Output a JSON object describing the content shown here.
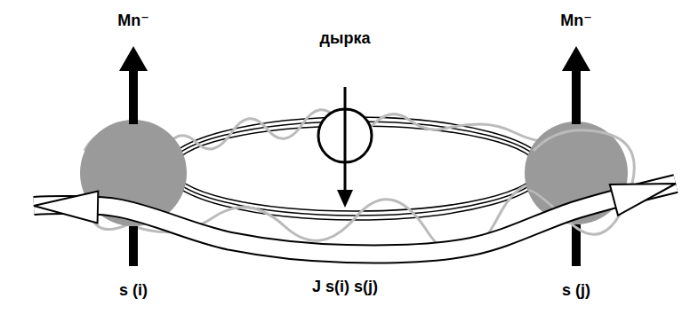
{
  "diagram": {
    "nodes": [
      {
        "text": [
          "Mn⁻",
          "s (i)"
        ]
      },
      {
        "text": [
          "дырка"
        ]
      },
      {
        "text": [
          "Mn⁻",
          "s (j)"
        ]
      }
    ],
    "edges": [
      {
        "from": 0,
        "to": 2,
        "arrow": "both",
        "label": "J s(i) s(j)"
      }
    ]
  }
}
